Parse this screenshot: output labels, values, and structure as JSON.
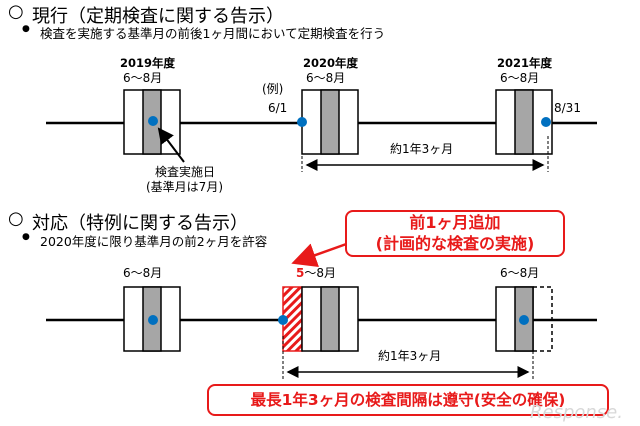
{
  "section1": {
    "marker": "○",
    "title": "現行（定期検査に関する告示）",
    "bullet": "●",
    "note": "検査を実施する基準月の前後1ヶ月間において定期検査を行う",
    "year1": "2019年度",
    "months1": "6～8月",
    "example": "(例)",
    "year2": "2020年度",
    "months2": "6～8月",
    "year3": "2021年度",
    "months3": "6～8月",
    "start": "6/1",
    "end": "8/31",
    "span": "約1年3ヶ月",
    "inspection_day": "検査実施日",
    "base_month": "(基準月は7月)"
  },
  "section2": {
    "marker": "○",
    "title": "対応（特例に関する告示）",
    "bullet": "●",
    "note": "2020年度に限り基準月の前2ヶ月を許容",
    "months1": "6～8月",
    "months2_num": "5",
    "months2_rest": "～8月",
    "months3": "6～8月",
    "span": "約1年3ヶ月",
    "callout_line1": "前1ヶ月追加",
    "callout_line2": "(計画的な検査の実施)",
    "bottom_box": "最長1年3ヶ月の検査間隔は遵守(安全の確保)"
  },
  "watermark": "Response.",
  "colors": {
    "accent_red": "#e81a1a",
    "dot_blue": "#0070c0",
    "gray_fill": "#a6a6a6"
  }
}
